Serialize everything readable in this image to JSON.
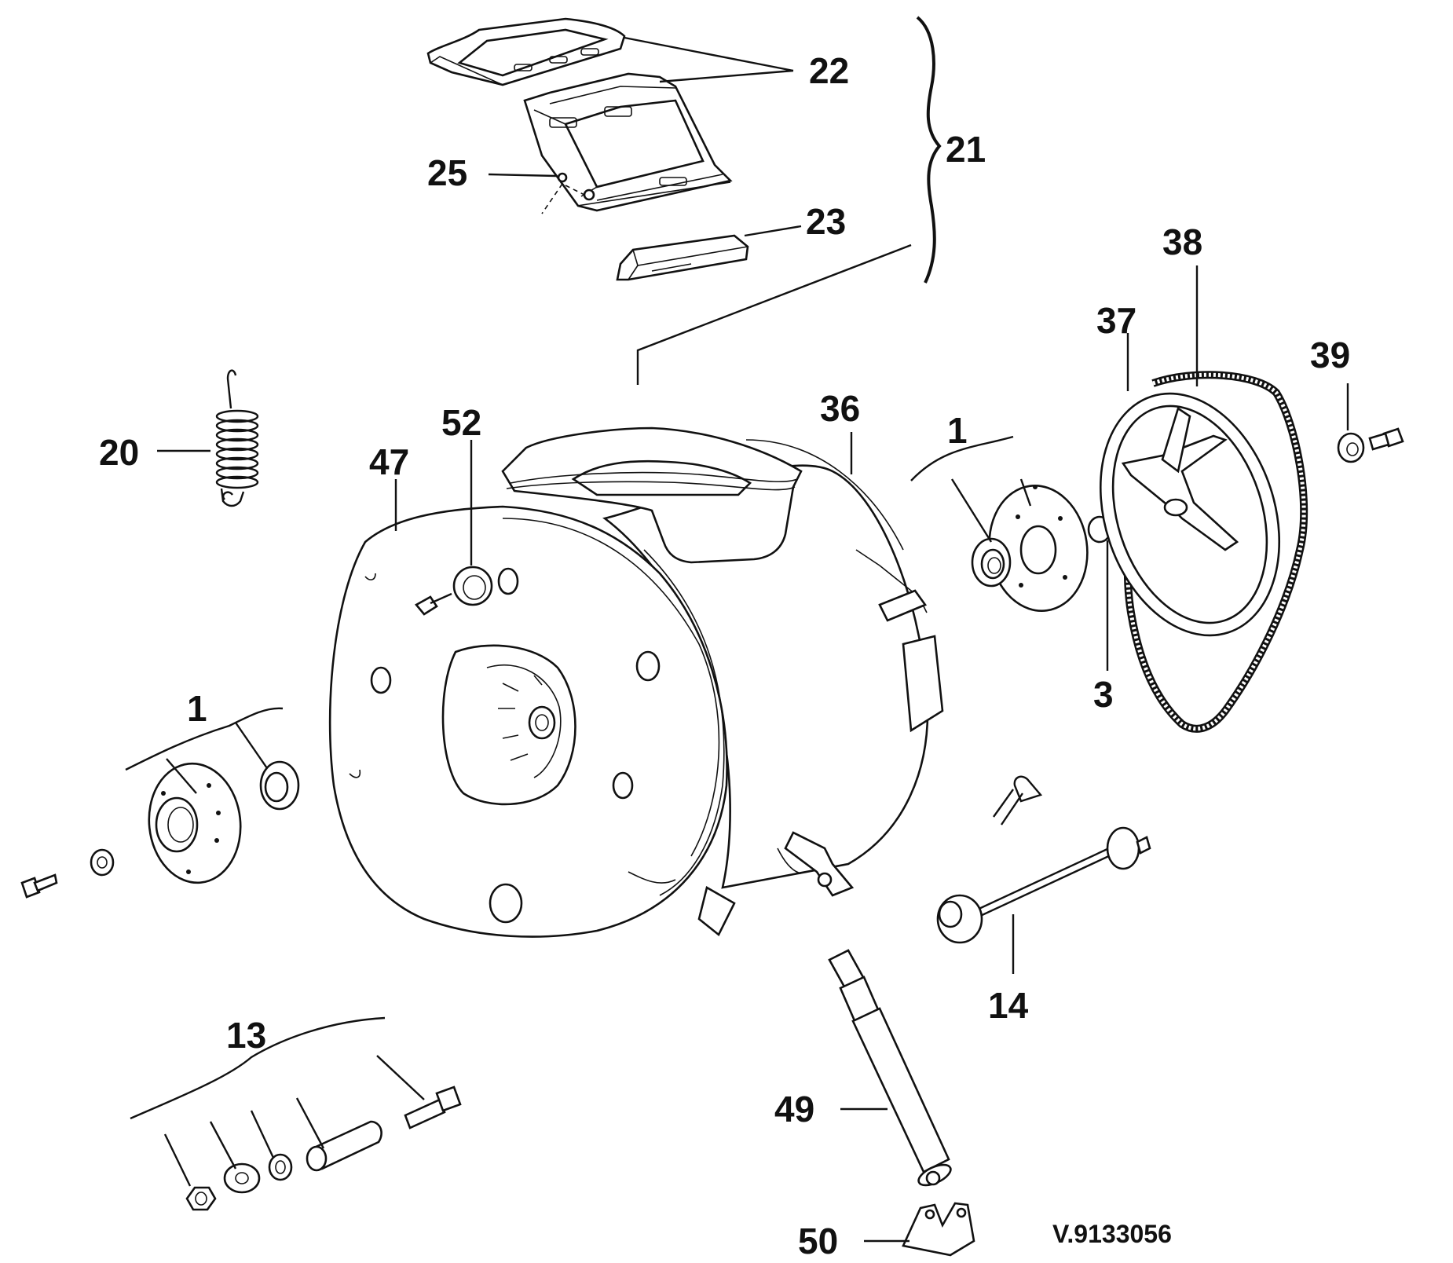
{
  "callouts": {
    "c22": "22",
    "c21": "21",
    "c25": "25",
    "c23": "23",
    "c38": "38",
    "c37": "37",
    "c39": "39",
    "c52": "52",
    "c36": "36",
    "c20": "20",
    "c47": "47",
    "c1_right": "1",
    "c3": "3",
    "c1_left": "1",
    "c14": "14",
    "c13": "13",
    "c49": "49",
    "c50": "50"
  },
  "reference_code": "V.9133056"
}
